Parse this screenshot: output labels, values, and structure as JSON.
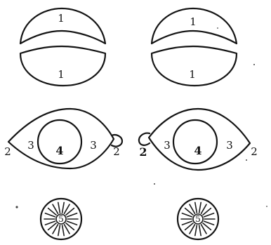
{
  "labels": {
    "part_1": "1",
    "part_2": "2",
    "part_3": "3",
    "part_4": "4",
    "part_5": "5"
  }
}
